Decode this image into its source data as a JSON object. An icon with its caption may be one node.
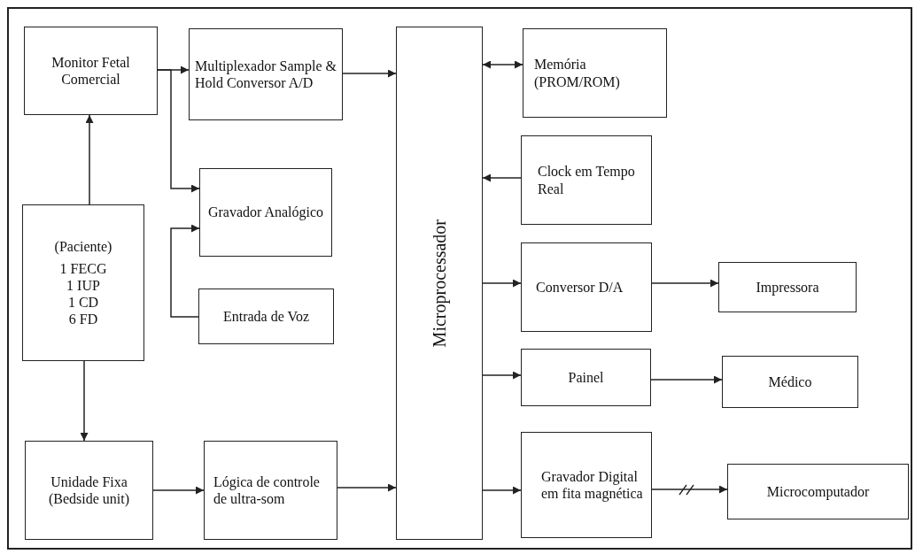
{
  "diagram": {
    "nodes": [
      {
        "text": [
          "Monitor Fetal Comercial"
        ]
      },
      {
        "text": [
          "Multiplexador Sample & Hold Conversor A/D"
        ]
      },
      {
        "text": [
          "Microprocessador"
        ]
      },
      {
        "text": [
          "Memória (PROM/ROM)"
        ]
      },
      {
        "text": [
          "Gravador Analógico"
        ]
      },
      {
        "text": [
          "Clock em Tempo Real"
        ]
      },
      {
        "text": [
          "(Paciente)",
          "1 FECG",
          "1 IUP",
          "1 CD",
          "6 FD"
        ]
      },
      {
        "text": [
          "Entrada de Voz"
        ]
      },
      {
        "text": [
          "Conversor D/A"
        ]
      },
      {
        "text": [
          "Impressora"
        ]
      },
      {
        "text": [
          "Painel"
        ]
      },
      {
        "text": [
          "Médico"
        ]
      },
      {
        "text": [
          "Unidade Fixa (Bedside unit)"
        ]
      },
      {
        "text": [
          "Lógica de controle de ultra-som"
        ]
      },
      {
        "text": [
          "Gravador Digital em fita magnética"
        ]
      },
      {
        "text": [
          "Microcomputador"
        ]
      }
    ],
    "edges": [
      {
        "from": 0,
        "to": 1,
        "arrow": "to"
      },
      {
        "from": 0,
        "to": 4,
        "arrow": "to"
      },
      {
        "from": 1,
        "to": 2,
        "arrow": "to"
      },
      {
        "from": 2,
        "to": 3,
        "arrow": "both"
      },
      {
        "from": 5,
        "to": 2,
        "arrow": "to"
      },
      {
        "from": 2,
        "to": 8,
        "arrow": "to"
      },
      {
        "from": 8,
        "to": 9,
        "arrow": "to"
      },
      {
        "from": 2,
        "to": 10,
        "arrow": "to"
      },
      {
        "from": 10,
        "to": 11,
        "arrow": "to"
      },
      {
        "from": 2,
        "to": 14,
        "arrow": "to"
      },
      {
        "from": 14,
        "to": 15,
        "arrow": "to"
      },
      {
        "from": 6,
        "to": 0,
        "arrow": "to"
      },
      {
        "from": 7,
        "to": 4,
        "arrow": "to"
      },
      {
        "from": 6,
        "to": 12,
        "arrow": "to"
      },
      {
        "from": 12,
        "to": 13,
        "arrow": "to"
      },
      {
        "from": 13,
        "to": 2,
        "arrow": "to"
      }
    ]
  }
}
